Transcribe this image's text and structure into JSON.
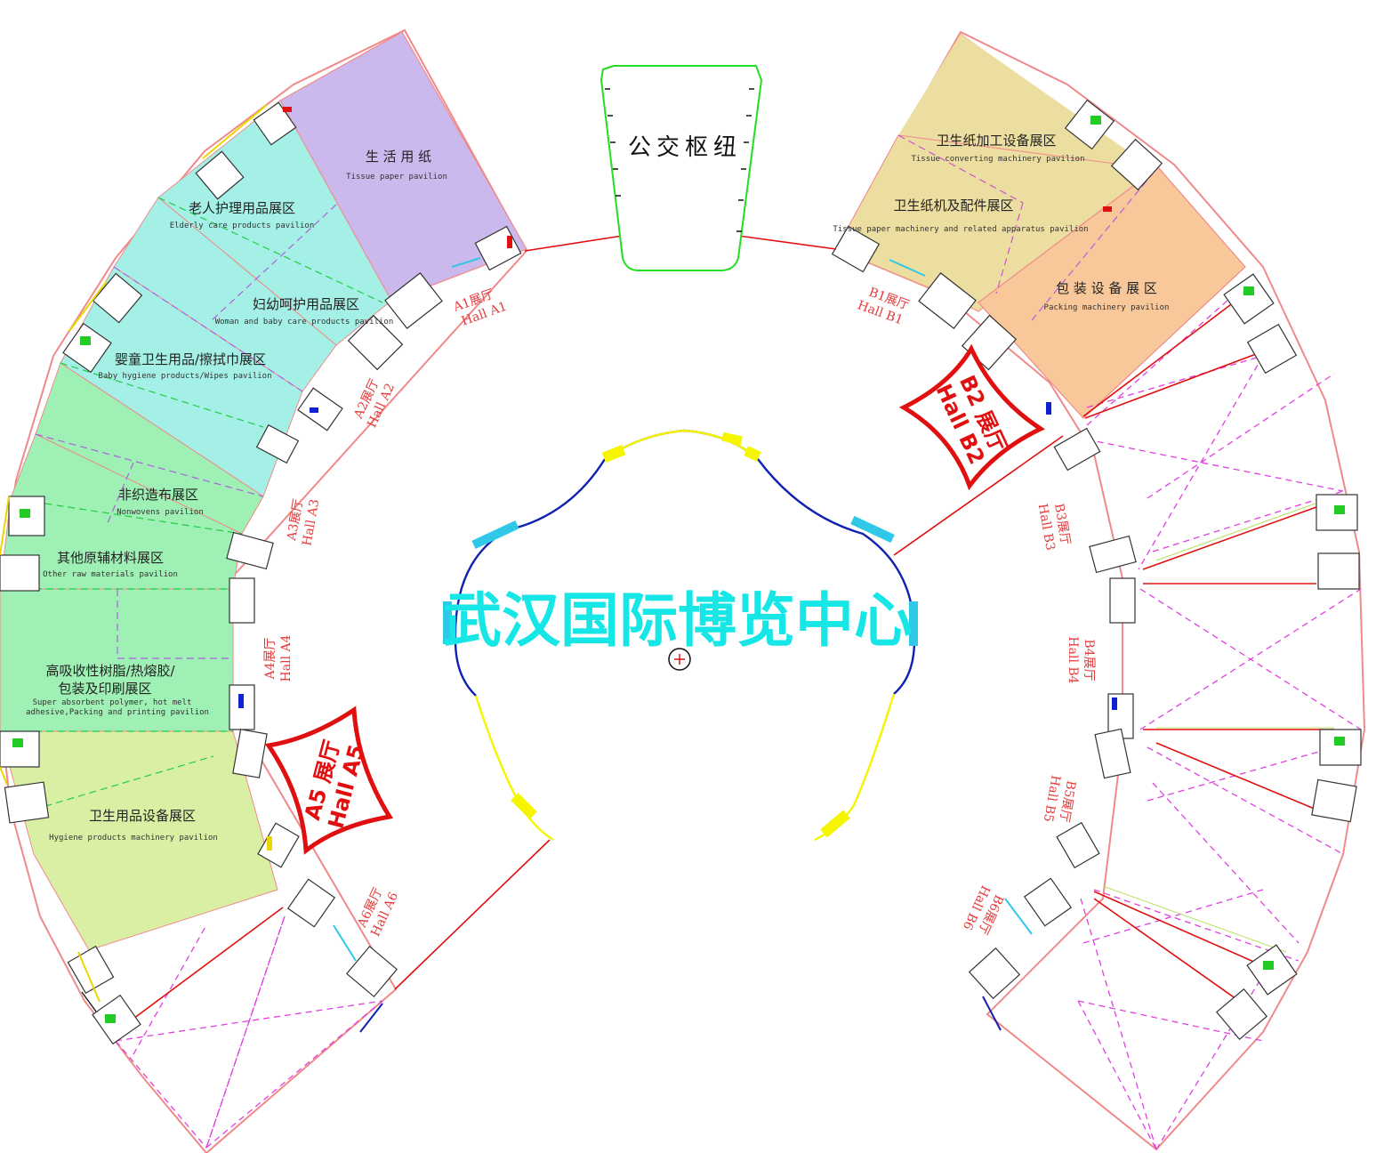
{
  "colors": {
    "outline": "#f08a8a",
    "structure": "#333333",
    "red_line": "#e01010",
    "magenta": "#e040e0",
    "title": "#16e6e6",
    "bus_outline": "#22dd22",
    "center_yellow": "#f5f500",
    "center_blue": "#1020b0"
  },
  "title": "武汉国际博览中心",
  "bus_hub": "公交枢纽",
  "zones": [
    {
      "id": "tissue",
      "cn": "生 活 用 纸",
      "en": "Tissue paper pavilion",
      "color": "#cbb8ec"
    },
    {
      "id": "elderly",
      "cn": "老人护理用品展区",
      "en": "Elderly care products pavilion",
      "color": "#a5f0e6"
    },
    {
      "id": "woman",
      "cn": "妇幼呵护用品展区",
      "en": "Woman and baby care products pavilion",
      "color": "#a5f0e6"
    },
    {
      "id": "baby",
      "cn": "婴童卫生用品/擦拭巾展区",
      "en": "Baby hygiene products/Wipes pavilion",
      "color": "#a5f0e6"
    },
    {
      "id": "nonwovens",
      "cn": "非织造布展区",
      "en": "Nonwovens pavilion",
      "color": "#9ef0b4"
    },
    {
      "id": "other",
      "cn": "其他原辅材料展区",
      "en": "Other raw materials pavilion",
      "color": "#9ef0b4"
    },
    {
      "id": "sap",
      "cn": "高吸收性树脂/热熔胶/",
      "cn2": "包装及印刷展区",
      "en": "Super absorbent polymer, hot melt",
      "en2": "adhesive,Packing  and printing pavilion",
      "color": "#9ef0b4"
    },
    {
      "id": "hygiene",
      "cn": "卫生用品设备展区",
      "en": "Hygiene products machinery pavilion",
      "color": "#d9f0a4"
    },
    {
      "id": "converting",
      "cn": "卫生纸加工设备展区",
      "en": "Tissue converting machinery pavilion",
      "color": "#ecdea0"
    },
    {
      "id": "tpm",
      "cn": "卫生纸机及配件展区",
      "en": "Tissue paper machinery and related apparatus pavilion",
      "color": "#ecdea0"
    },
    {
      "id": "packing",
      "cn": "包 装 设 备 展 区",
      "en": "Packing machinery pavilion",
      "color": "#f8c89a"
    }
  ],
  "halls": {
    "A1": {
      "cn": "A1展厅",
      "en": "Hall A1"
    },
    "A2": {
      "cn": "A2展厅",
      "en": "Hall A2"
    },
    "A3": {
      "cn": "A3展厅",
      "en": "Hall A3"
    },
    "A4": {
      "cn": "A4展厅",
      "en": "Hall A4"
    },
    "A6": {
      "cn": "A6展厅",
      "en": "Hall A6"
    },
    "B1": {
      "cn": "B1展厅",
      "en": "Hall B1"
    },
    "B3": {
      "cn": "B3展厅",
      "en": "Hall B3"
    },
    "B4": {
      "cn": "B4展厅",
      "en": "Hall B4"
    },
    "B5": {
      "cn": "B5展厅",
      "en": "Hall B5"
    },
    "B6": {
      "cn": "B6展厅",
      "en": "Hall B6"
    }
  },
  "badges": {
    "A5": {
      "cn": "A5 展厅",
      "en": "Hall A5"
    },
    "B2": {
      "cn": "B2 展厅",
      "en": "Hall B2"
    }
  }
}
